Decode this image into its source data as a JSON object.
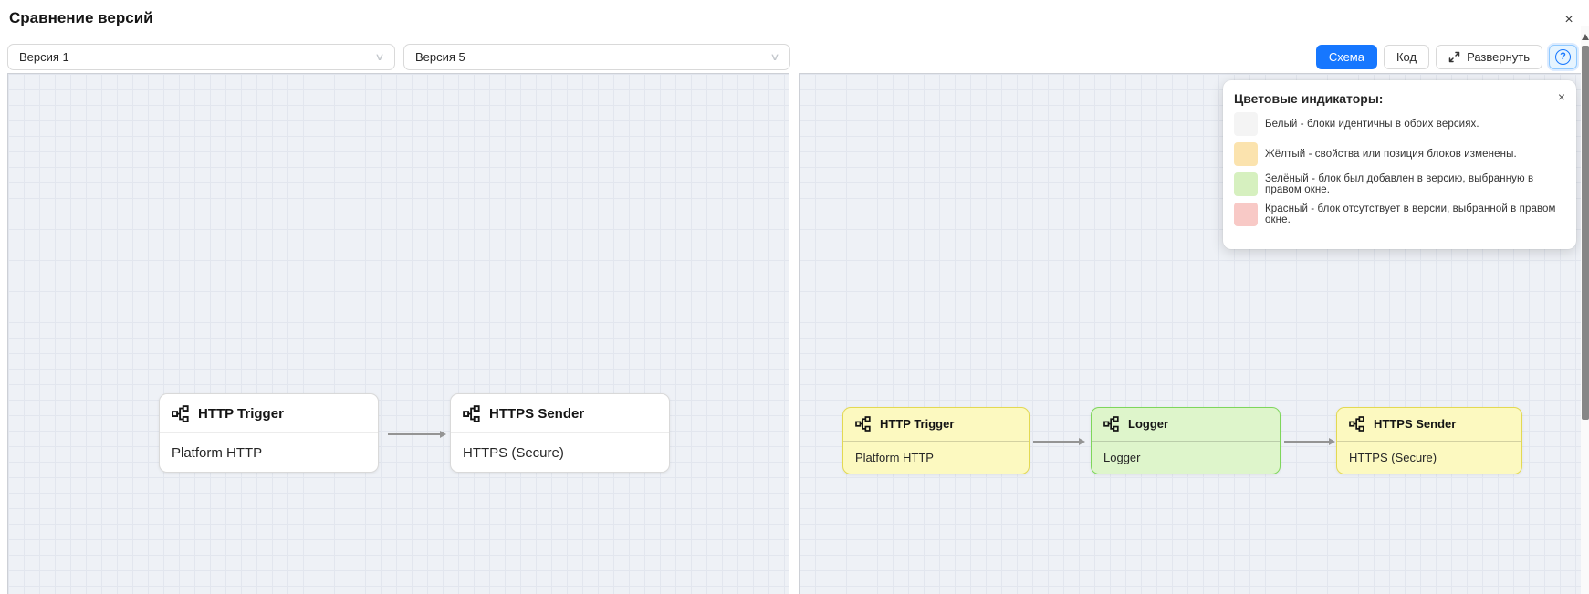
{
  "page": {
    "title": "Сравнение версий"
  },
  "icons": {
    "close": "×",
    "chevron_down": "∨",
    "help": "?",
    "legend_close": "×"
  },
  "toolbar": {
    "left_version": "Версия 1",
    "right_version": "Версия 5",
    "view_schema": "Схема",
    "view_code": "Код",
    "expand": "Развернуть"
  },
  "legend": {
    "title": "Цветовые индикаторы:",
    "items": [
      {
        "name": "white",
        "color": "#f4f4f4",
        "label": "Белый - блоки идентичны в обоих версиях."
      },
      {
        "name": "yellow",
        "color": "#fbe3ae",
        "label": "Жёлтый - свойства или позиция блоков изменены."
      },
      {
        "name": "green",
        "color": "#d6f0bf",
        "label": "Зелёный - блок был добавлен в версию, выбранную в правом окне."
      },
      {
        "name": "red",
        "color": "#f8c9c6",
        "label": "Красный - блок отсутствует в версии, выбранной в правом окне."
      }
    ]
  },
  "panes": {
    "left": {
      "nodes": [
        {
          "title": "HTTP Trigger",
          "subtitle": "Platform HTTP",
          "status": "identical"
        },
        {
          "title": "HTTPS Sender",
          "subtitle": "HTTPS (Secure)",
          "status": "identical"
        }
      ]
    },
    "right": {
      "nodes": [
        {
          "title": "HTTP Trigger",
          "subtitle": "Platform HTTP",
          "status": "changed"
        },
        {
          "title": "Logger",
          "subtitle": "Logger",
          "status": "added"
        },
        {
          "title": "HTTPS Sender",
          "subtitle": "HTTPS (Secure)",
          "status": "changed"
        }
      ]
    }
  },
  "colors": {
    "primary": "#1677ff",
    "canvas_bg": "#eef1f6",
    "grid_line": "#e2e6ee",
    "node_identical_bg": "#ffffff",
    "node_changed_bg": "#fcf9c0",
    "node_changed_border": "#e3d952",
    "node_added_bg": "#def5cb",
    "node_added_border": "#7ed65b",
    "edge": "#949494"
  }
}
